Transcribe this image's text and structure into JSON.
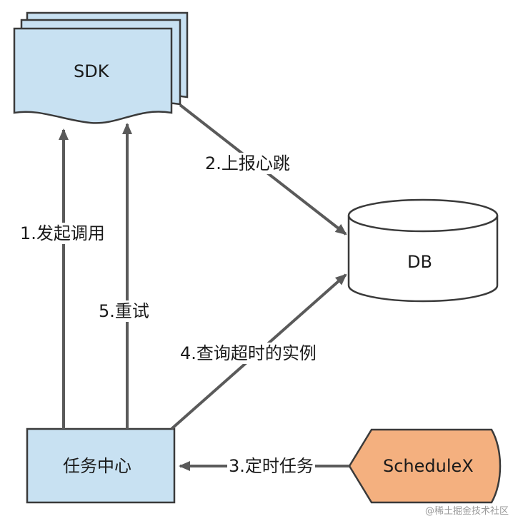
{
  "nodes": {
    "sdk": "SDK",
    "db": "DB",
    "task_center": "任务中心",
    "schedulex": "ScheduleX"
  },
  "edges": {
    "invoke": "1.发起调用",
    "heartbeat": "2.上报心跳",
    "scheduled_task": "3.定时任务",
    "query_timeout": "4.查询超时的实例",
    "retry": "5.重试"
  },
  "watermark": "@稀土掘金技术社区",
  "colors": {
    "blue_fill": "#c8e1f2",
    "orange_fill": "#f4b07f",
    "stroke": "#3a3a3a",
    "arrow": "#5a5a5a"
  }
}
